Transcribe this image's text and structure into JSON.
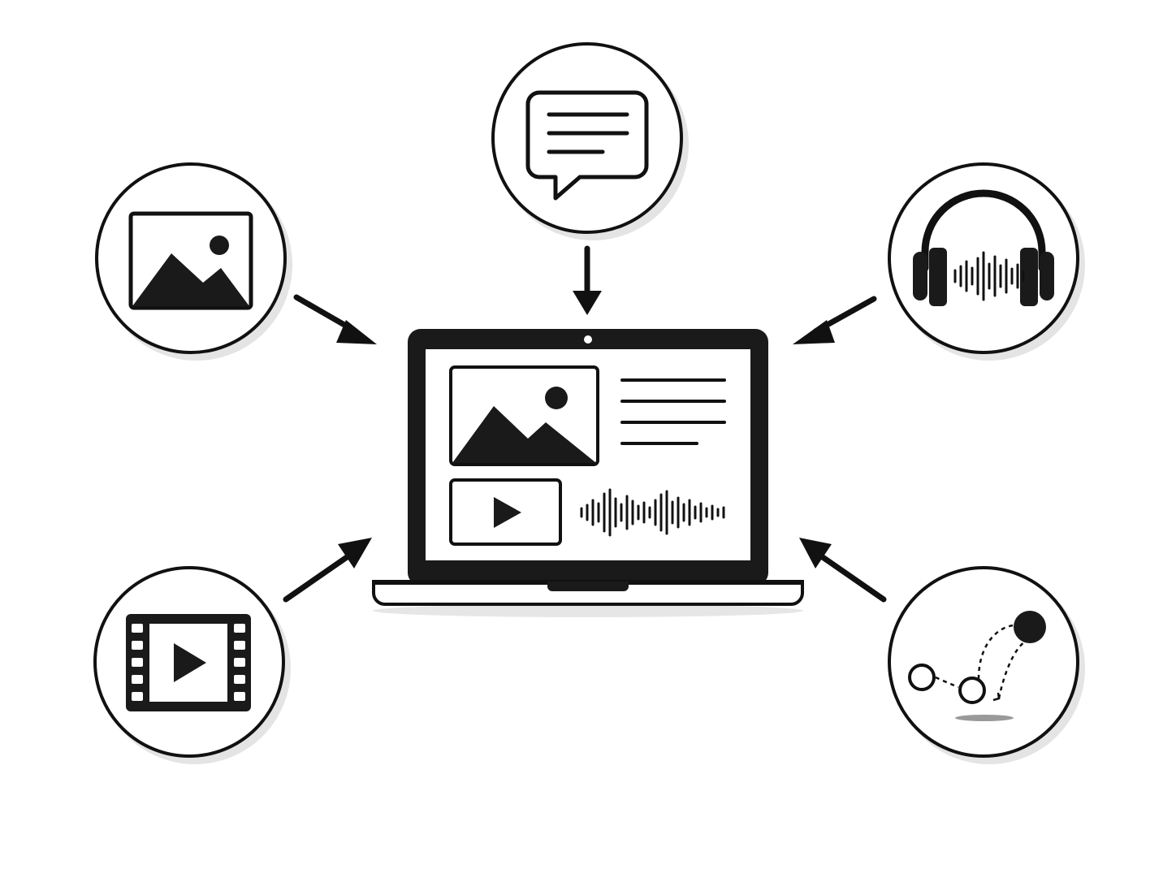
{
  "diagram": {
    "center": {
      "icon": "laptop-icon",
      "screen_icons": [
        "image-icon",
        "text-lines-icon",
        "video-play-icon",
        "audio-waveform-icon"
      ]
    },
    "sources": [
      {
        "id": "text",
        "icon": "chat-bubble-icon"
      },
      {
        "id": "image",
        "icon": "landscape-image-icon"
      },
      {
        "id": "audio",
        "icon": "headphones-waveform-icon"
      },
      {
        "id": "video",
        "icon": "film-strip-play-icon"
      },
      {
        "id": "motion",
        "icon": "bouncing-ball-motion-icon"
      }
    ],
    "colors": {
      "stroke": "#111111",
      "fill": "#1a1a1a",
      "shadow": "#e2e2e2",
      "background": "#ffffff"
    }
  }
}
